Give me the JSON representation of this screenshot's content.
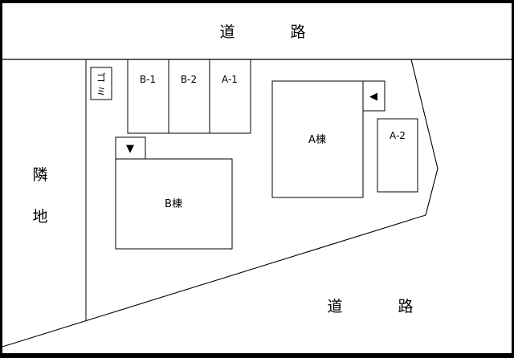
{
  "labels": {
    "road_top_1": "道",
    "road_top_2": "路",
    "road_bottom_1": "道",
    "road_bottom_2": "路",
    "neighbor_1": "隣",
    "neighbor_2": "地",
    "garbage_1": "ゴ",
    "garbage_2": "ミ",
    "parking_b1": "B-1",
    "parking_b2": "B-2",
    "parking_a1": "A-1",
    "parking_a2": "A-2",
    "building_a": "A棟",
    "building_b": "B棟"
  },
  "entrance_markers": {
    "building_a": "◀",
    "building_b": "▼"
  },
  "colors": {
    "background": "#000000",
    "paper": "#ffffff",
    "line": "#000000"
  }
}
